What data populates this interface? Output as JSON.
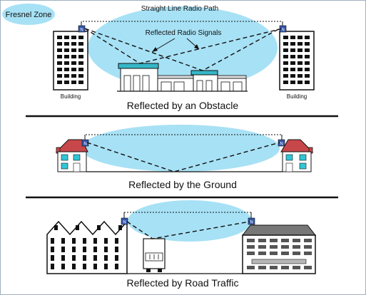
{
  "legend": {
    "label": "Fresnel Zone"
  },
  "panel1": {
    "top_label": "Straight Line Radio Path",
    "mid_label": "Reflected Radio Signals",
    "building_left": "Building",
    "building_right": "Building",
    "antenna_mark": "N",
    "caption": "Reflected by an Obstacle"
  },
  "panel2": {
    "antenna_mark": "N",
    "caption": "Reflected by the Ground"
  },
  "panel3": {
    "antenna_mark": "N",
    "caption": "Reflected by Road Traffic"
  },
  "colors": {
    "fresnel": "#a7e1f5",
    "antenna": "#3355aa",
    "roof": "#c8474a",
    "window": "#31c6d6"
  }
}
